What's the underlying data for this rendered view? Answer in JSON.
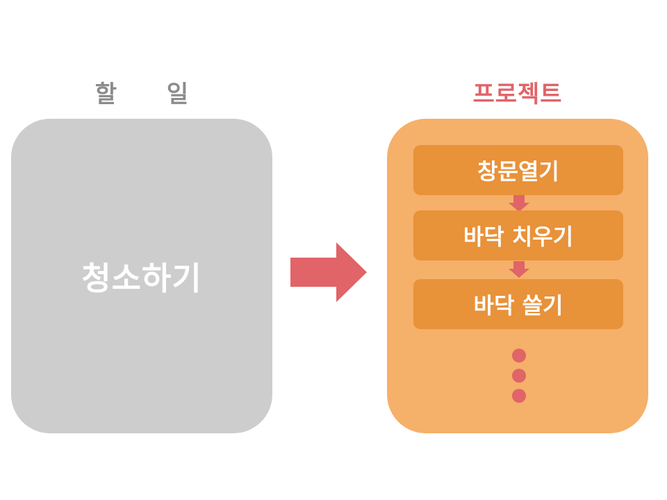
{
  "headings": {
    "todo": "할 일",
    "project": "프로젝트"
  },
  "todo_box": {
    "label": "청소하기"
  },
  "project_box": {
    "steps": [
      {
        "label": "창문열기"
      },
      {
        "label": "바닥 치우기"
      },
      {
        "label": "바닥 쓸기"
      }
    ],
    "continuation": "ellipsis-dots"
  },
  "colors": {
    "todo_heading": "#8c8c8c",
    "project_heading": "#e06468",
    "todo_box_bg": "#cdcdcd",
    "project_box_bg": "#f5b06a",
    "step_bg": "#e8923a",
    "arrow": "#e06468",
    "text_on_box": "#ffffff"
  }
}
